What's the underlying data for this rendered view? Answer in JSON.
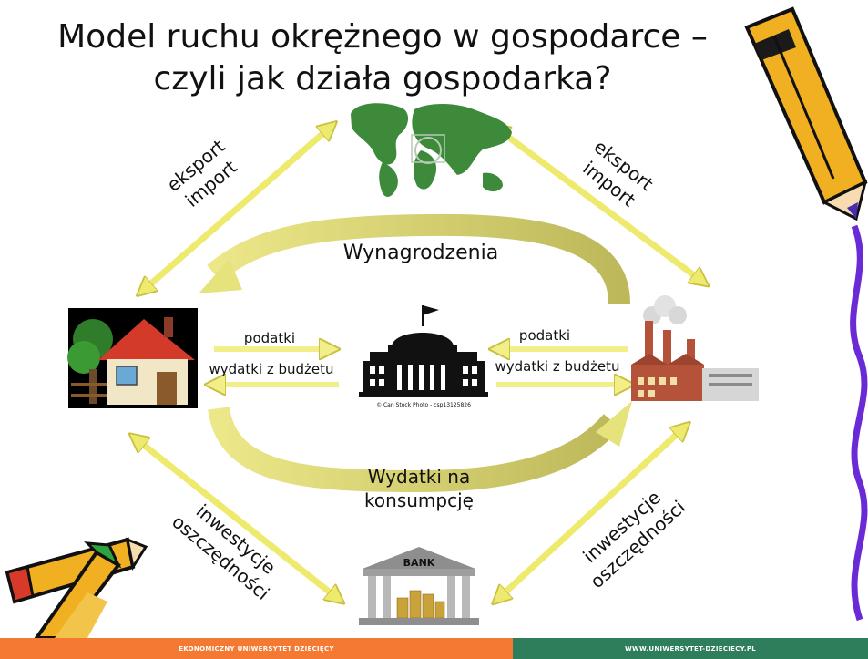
{
  "slide": {
    "title_line1": "Model ruchu okrężnego w gospodarce –",
    "title_line2": "czyli jak działa gospodarka?"
  },
  "diagram": {
    "left_top_arrow": {
      "line1": "eksport",
      "line2": "import"
    },
    "right_top_arrow": {
      "line1": "eksport",
      "line2": "import"
    },
    "top_curve_label": "Wynagrodzenia",
    "left_tax": "podatki",
    "left_budget": "wydatki z budżetu",
    "right_tax": "podatki",
    "right_budget": "wydatki z budżetu",
    "government_caption": "© Can Stock Photo - csp13125826",
    "bottom_curve_label_line1": "Wydatki na",
    "bottom_curve_label_line2": "konsumpcję",
    "left_bottom_arrow": {
      "line1": "inwestycje",
      "line2": "oszczędności"
    },
    "right_bottom_arrow": {
      "line1": "inwestycje",
      "line2": "oszczędności"
    },
    "bank_sign": "BANK"
  },
  "footer": {
    "left": "EKONOMICZNY UNIWERSYTET DZIECIĘCY",
    "right": "WWW.UNIWERSYTET-DZIECIECY.PL"
  },
  "colors": {
    "arrow": "#eeea6e",
    "arrow_stroke": "#c9c040",
    "curve": "#d9d57a",
    "world": "#3c8a3a",
    "footer_left": "#f47a33",
    "footer_right": "#2e7d5b"
  },
  "icons": [
    "world-map-icon",
    "house-icon",
    "government-building-icon",
    "factory-icon",
    "bank-icon",
    "pencil-icon",
    "crossed-pencils-icon",
    "squiggle-line-icon"
  ]
}
